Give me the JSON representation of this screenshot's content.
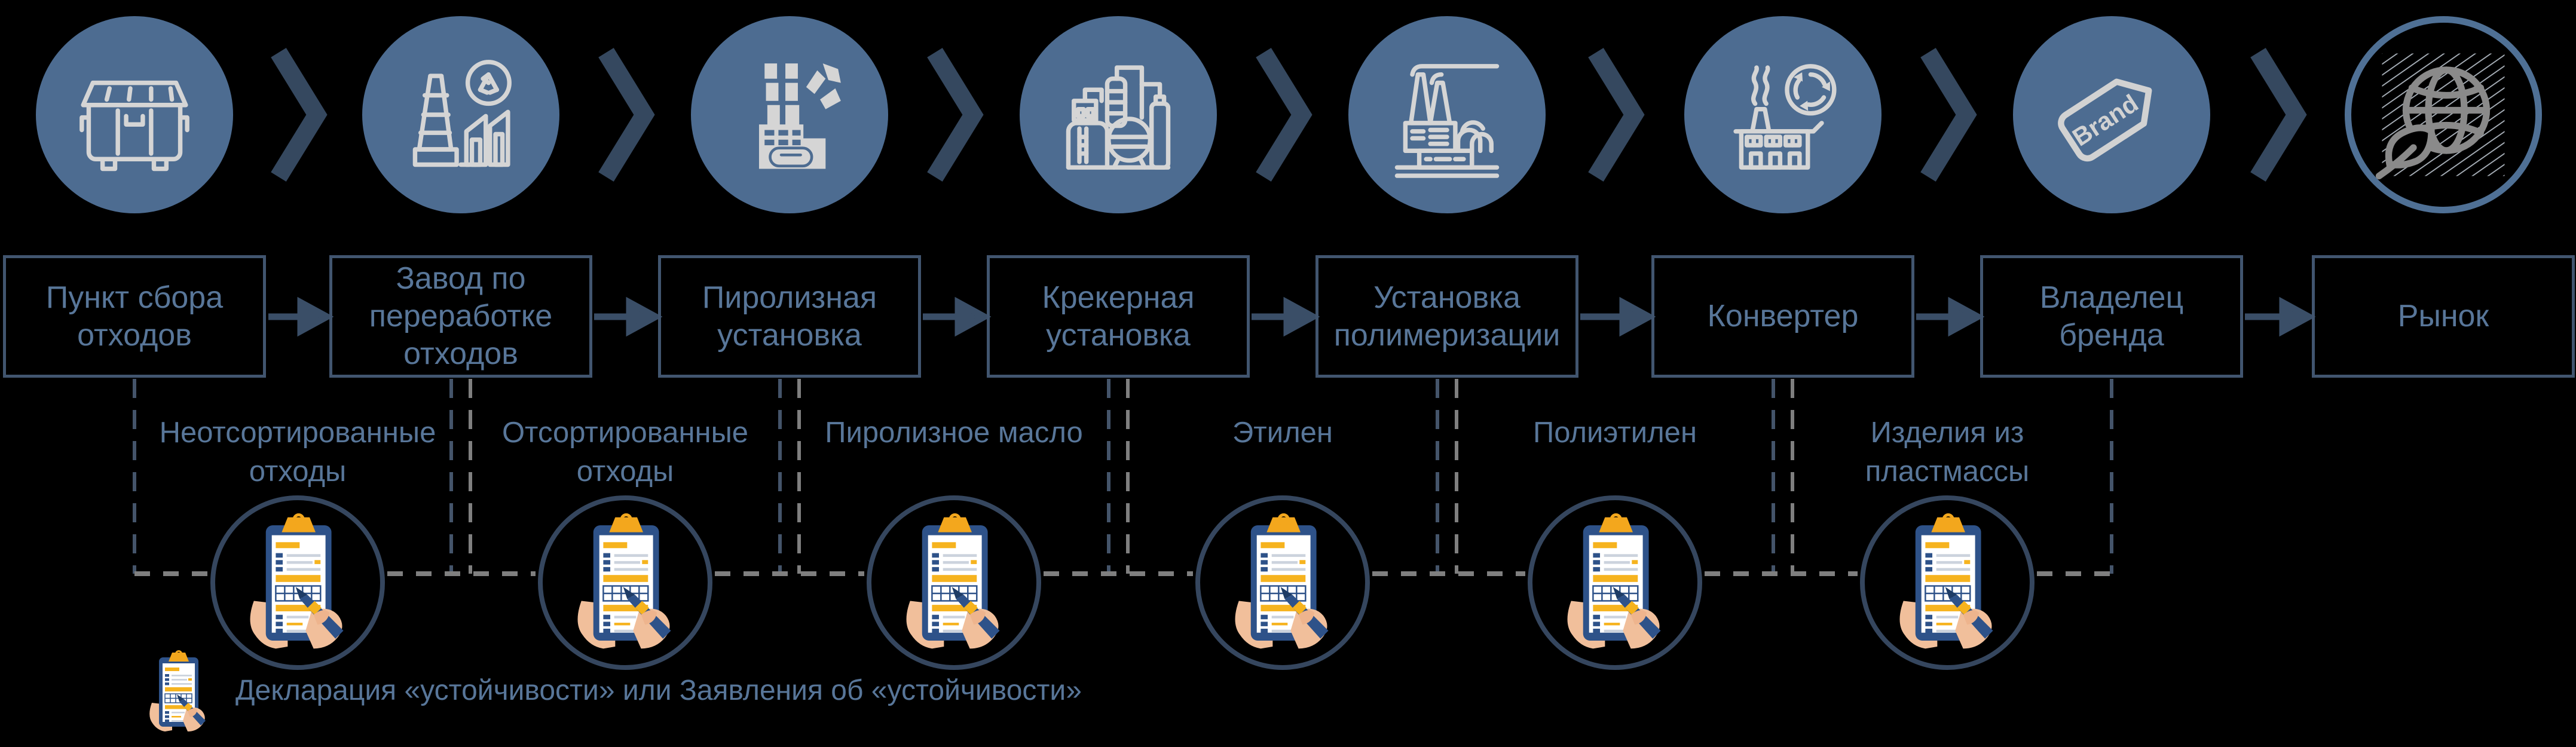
{
  "diagram": {
    "description": "Plastics circular supply chain flow (Russian)",
    "background": "#000000"
  },
  "colors": {
    "circle_fill": "#4d6c91",
    "circle_outline": "#4f7095",
    "box_border": "#41556f",
    "text": "#587699",
    "navy_dash": "#44546a",
    "gray_dash": "#7f7f7f",
    "arrow": "#3a4e67",
    "chevron": "#35485f",
    "icon_stroke": "#d5d5d5",
    "clipboard_board": "#2e5289",
    "clipboard_accent": "#f3a71d",
    "hand_skin": "#f1bf9b"
  },
  "stages": [
    {
      "label": "Пункт сбора отходов",
      "icon": "dumpster-icon"
    },
    {
      "label": "Завод по переработке отходов",
      "icon": "recycling-plant-icon"
    },
    {
      "label": "Пиролизная установка",
      "icon": "pyrolysis-plant-icon"
    },
    {
      "label": "Крекерная установка",
      "icon": "cracker-refinery-icon"
    },
    {
      "label": "Установка полимеризации",
      "icon": "polymerization-plant-icon"
    },
    {
      "label": "Конвертер",
      "icon": "converter-plant-icon"
    },
    {
      "label": "Владелец бренда",
      "icon": "brand-tag-icon",
      "icon_text": "Brand"
    },
    {
      "label": "Рынок",
      "icon": "sustainable-globe-icon"
    }
  ],
  "intermediates": [
    {
      "label": "Неотсортированные отходы",
      "icon": "declaration-clipboard-icon"
    },
    {
      "label": "Отсортированные отходы",
      "icon": "declaration-clipboard-icon"
    },
    {
      "label": "Пиролизное масло",
      "icon": "declaration-clipboard-icon"
    },
    {
      "label": "Этилен",
      "icon": "declaration-clipboard-icon"
    },
    {
      "label": "Полиэтилен",
      "icon": "declaration-clipboard-icon"
    },
    {
      "label": "Изделия из пластмассы",
      "icon": "declaration-clipboard-icon"
    }
  ],
  "legend": {
    "icon": "declaration-clipboard-icon",
    "text": "Декларация «устойчивости» или Заявления об «устойчивости»"
  }
}
